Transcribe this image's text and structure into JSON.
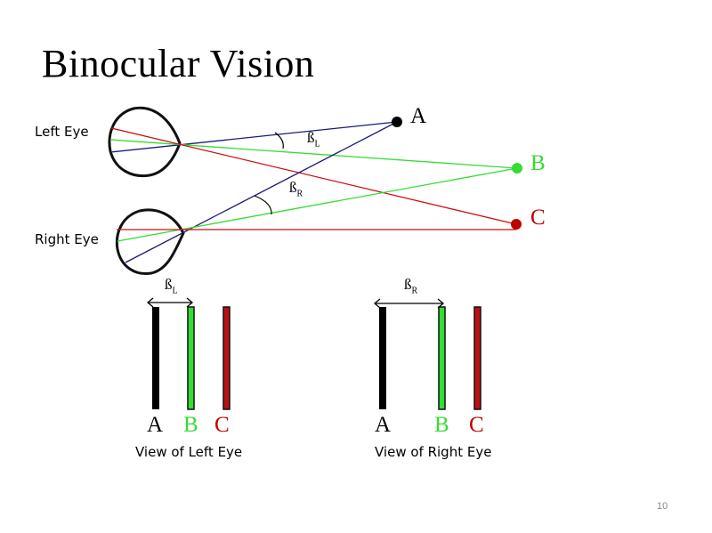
{
  "title": "Binocular Vision",
  "labels": {
    "left_eye": "Left Eye",
    "right_eye": "Right Eye"
  },
  "points": [
    {
      "id": "A",
      "label": "A",
      "color": "#000000"
    },
    {
      "id": "B",
      "label": "B",
      "color": "#33dd33"
    },
    {
      "id": "C",
      "label": "C",
      "color": "#c00000"
    }
  ],
  "angles": {
    "beta_symbol": "ß",
    "left_sub": "L",
    "right_sub": "R"
  },
  "views": [
    {
      "id": "left",
      "caption": "View of Left Eye",
      "angle_sub": "L",
      "bar_labels": [
        "A",
        "B",
        "C"
      ]
    },
    {
      "id": "right",
      "caption": "View of Right Eye",
      "angle_sub": "R",
      "bar_labels": [
        "A",
        "B",
        "C"
      ]
    }
  ],
  "colors": {
    "line_a": "#1a1a7a",
    "line_b": "#33dd33",
    "line_c": "#cc1111",
    "bar_a": "#000000",
    "bar_b": "#33dd33",
    "bar_c": "#bb1111"
  },
  "page_number": "10"
}
